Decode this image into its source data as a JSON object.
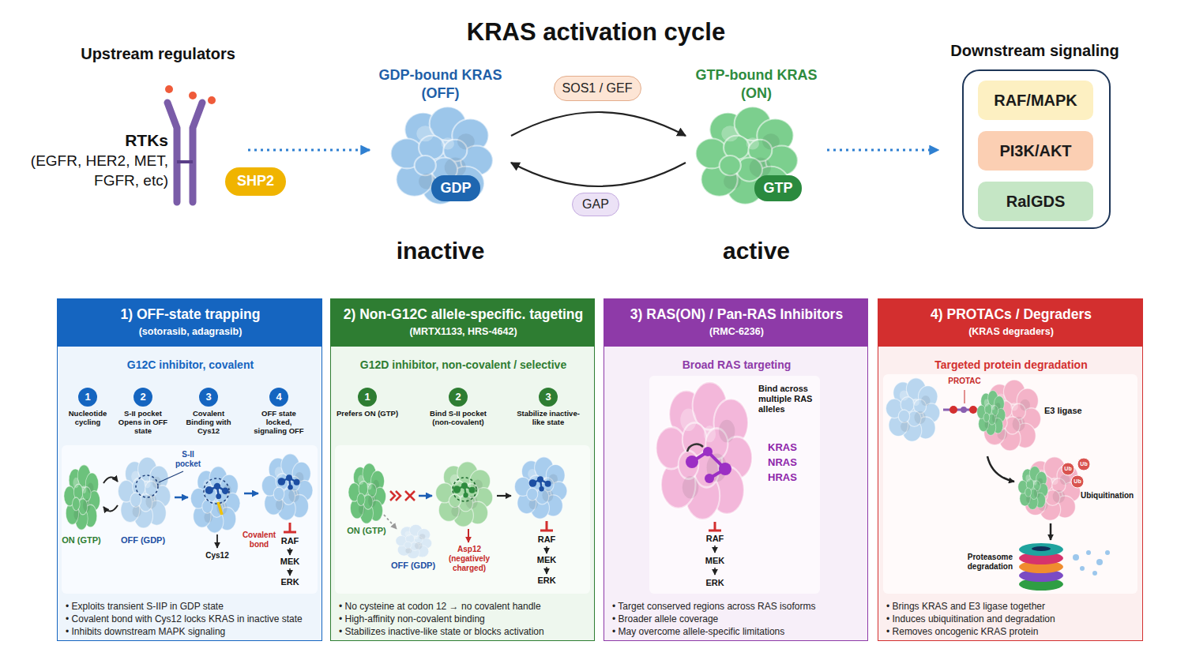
{
  "diagram": {
    "title": "KRAS activation cycle",
    "nodes": [
      {
        "text": [
          "Upstream regulators",
          "RTKs",
          "(EGFR, HER2, MET, FGFR, etc)"
        ]
      },
      {
        "text": [
          "SHP2"
        ]
      },
      {
        "text": [
          "GDP-bound KRAS (OFF)",
          "inactive"
        ]
      },
      {
        "text": [
          "GDP"
        ],
        "in": 2
      },
      {
        "text": [
          "SOS1 / GEF"
        ]
      },
      {
        "text": [
          "GAP"
        ]
      },
      {
        "text": [
          "GTP-bound KRAS (ON)",
          "active"
        ]
      },
      {
        "text": [
          "GTP"
        ],
        "in": 6
      },
      {
        "text": [
          "Downstream signaling"
        ]
      },
      {
        "text": [
          "RAF/MAPK"
        ],
        "in": 8
      },
      {
        "text": [
          "PI3K/AKT"
        ],
        "in": 8
      },
      {
        "text": [
          "RalGDS"
        ],
        "in": 8
      },
      {
        "text": [
          "1) OFF-state trapping",
          "(sotorasib, adagrasib)",
          "G12C inhibitor, covalent",
          "• Exploits transient S-IIP in GDP state",
          "• Covalent bond with Cys12 locks KRAS in inactive state",
          "• Inhibits downstream MAPK signaling"
        ]
      },
      {
        "text": [
          "1",
          "Nucleotide cycling"
        ],
        "in": 12
      },
      {
        "text": [
          "2",
          "S-II pocket Opens in OFF state"
        ],
        "in": 12
      },
      {
        "text": [
          "3",
          "Covalent Binding with Cys12"
        ],
        "in": 12
      },
      {
        "text": [
          "4",
          "OFF state locked, signaling OFF"
        ],
        "in": 12
      },
      {
        "text": [
          "2) Non-G12C allele-specific. tageting",
          "(MRTX1133, HRS-4642)",
          "G12D inhibitor, non-covalent / selective",
          "• No cysteine at codon 12 → no covalent handle",
          "• High-affinity non-covalent binding",
          "• Stabilizes inactive-like state or blocks activation"
        ]
      },
      {
        "text": [
          "1",
          "Prefers ON (GTP)"
        ],
        "in": 17
      },
      {
        "text": [
          "2",
          "Bind S-II pocket (non-covalent)"
        ],
        "in": 17
      },
      {
        "text": [
          "3",
          "Stabilize inactive-like state"
        ],
        "in": 17
      },
      {
        "text": [
          "3) RAS(ON) / Pan-RAS Inhibitors",
          "(RMC-6236)",
          "Broad RAS targeting",
          "• Target conserved regions across RAS isoforms",
          "• Broader allele coverage",
          "• May overcome allele-specific limitations"
        ]
      },
      {
        "text": [
          "4) PROTACs / Degraders",
          "(KRAS degraders)",
          "Targeted protein degradation",
          "• Brings KRAS and E3 ligase together",
          "• Induces ubiquitination and degradation",
          "• Removes oncogenic KRAS protein"
        ]
      }
    ],
    "edges": [
      {
        "from": 0,
        "to": 2,
        "arrow": "to"
      },
      {
        "from": 2,
        "to": 6,
        "arrow": "to"
      },
      {
        "from": 6,
        "to": 2,
        "arrow": "to"
      },
      {
        "from": 6,
        "to": 8,
        "arrow": "to"
      }
    ],
    "labels": [
      "S-II pocket",
      "ON (GTP)",
      "OFF (GDP)",
      "Covalent bond",
      "Cys12",
      "RAF",
      "MEK",
      "ERK",
      "ON (GTP)",
      "OFF (GDP)",
      "Asp12 (negatively charged)",
      "RAF",
      "MEK",
      "ERK",
      "Bind across multiple RAS alleles",
      "KRAS",
      "NRAS",
      "HRAS",
      "RAF",
      "MEK",
      "ERK",
      "PROTAC",
      "E3 ligase",
      "Ub",
      "Ub",
      "Ub",
      "Ubiquitination",
      "Proteasome degradation"
    ]
  }
}
